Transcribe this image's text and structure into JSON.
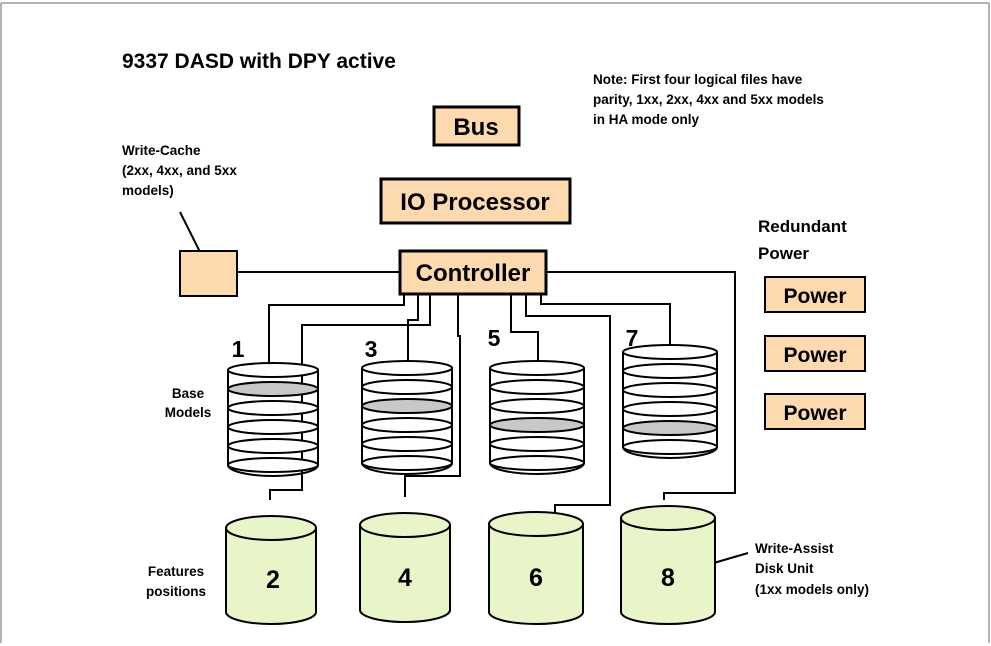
{
  "title": "9337 DASD with DPY active",
  "note": [
    "Note: First four logical files have",
    "parity, 1xx, 2xx, 4xx and 5xx  models",
    "in HA mode only"
  ],
  "blocks": {
    "bus": "Bus",
    "io_processor": "IO Processor",
    "controller": "Controller"
  },
  "write_cache_label": [
    "Write-Cache",
    "(2xx, 4xx, and 5xx",
    "models)"
  ],
  "redundant_power_label": [
    "Redundant",
    "Power"
  ],
  "power_units": [
    "Power",
    "Power",
    "Power"
  ],
  "base_models_label": [
    "Base",
    "Models"
  ],
  "features_label": [
    "Features",
    "positions"
  ],
  "base_disks": [
    "1",
    "3",
    "5",
    "7"
  ],
  "feature_disks": [
    "2",
    "4",
    "6",
    "8"
  ],
  "write_assist_label": [
    "Write-Assist",
    "Disk Unit",
    "(1xx models only)"
  ],
  "colors": {
    "box_fill": "#fdd9b0",
    "feature_fill": "#e8f5c8",
    "parity_band": "#c8c8c8",
    "line": "#000000"
  }
}
